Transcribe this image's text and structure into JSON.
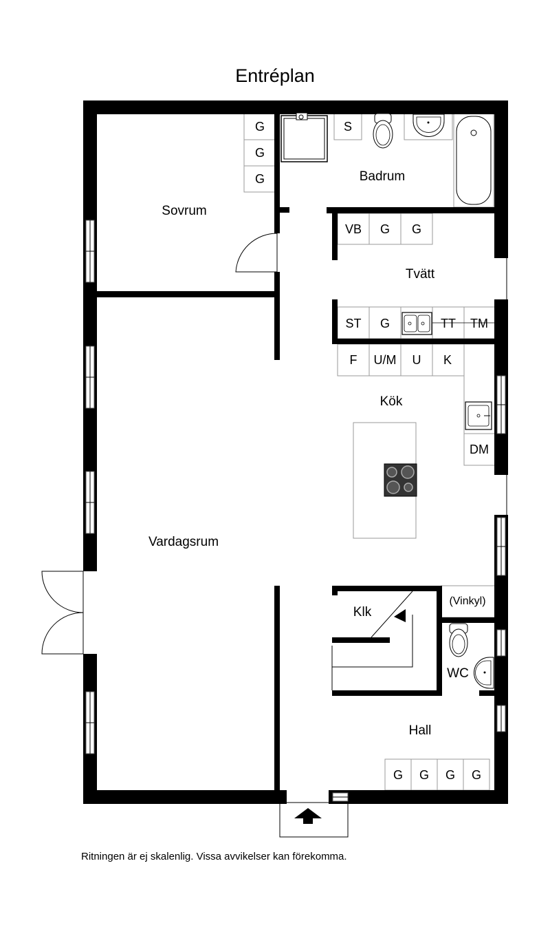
{
  "title": "Entréplan",
  "disclaimer": "Ritningen är ej skalenlig. Vissa avvikelser kan förekomma.",
  "rooms": {
    "sovrum": "Sovrum",
    "badrum": "Badrum",
    "tvatt": "Tvätt",
    "kok": "Kök",
    "vardagsrum": "Vardagsrum",
    "klk": "Klk",
    "vinkyl": "(Vinkyl)",
    "wc": "WC",
    "hall": "Hall"
  },
  "fixtures": {
    "g": "G",
    "s": "S",
    "vb": "VB",
    "st": "ST",
    "tt": "TT",
    "tm": "TM",
    "f": "F",
    "um": "U/M",
    "u": "U",
    "k": "K",
    "dm": "DM"
  }
}
